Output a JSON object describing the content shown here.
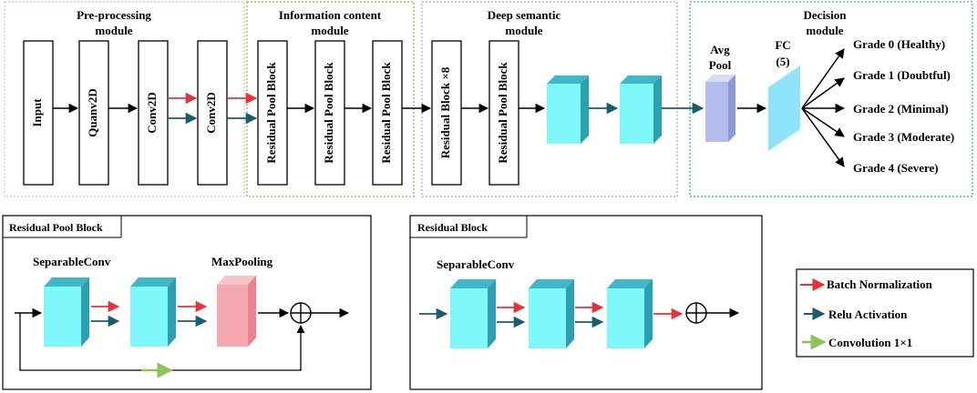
{
  "modules": {
    "preprocessing": {
      "title1": "Pre-processing",
      "title2": "module"
    },
    "information": {
      "title1": "Information content",
      "title2": "module"
    },
    "semantic": {
      "title1": "Deep semantic",
      "title2": "module"
    },
    "decision": {
      "title1": "Decision",
      "title2": "module"
    }
  },
  "blocks": {
    "input": "Input",
    "quanv": "Quanv2D",
    "conv1": "Conv2D",
    "conv2": "Conv2D",
    "rpb1": "Residual Pool Block",
    "rpb2": "Residual Pool Block",
    "rpb3": "Residual Pool Block",
    "resx8": "Residual  Block ×8",
    "rpb4": "Residual Pool Block"
  },
  "decision": {
    "avgpool1": "Avg",
    "avgpool2": "Pool",
    "fc1": "FC",
    "fc2": "(5)",
    "grades": [
      "Grade 0 (Healthy)",
      "Grade 1 (Doubtful)",
      "Grade 2 (Minimal)",
      "Grade 3 (Moderate)",
      "Grade 4 (Severe)"
    ]
  },
  "detail_rpb": {
    "title": "Residual Pool Block",
    "sepconv": "SeparableConv",
    "maxpool": "MaxPooling"
  },
  "detail_rb": {
    "title": "Residual  Block",
    "sepconv": "SeparableConv"
  },
  "legend": {
    "items": [
      {
        "label": "Batch Normalization",
        "color": "#e8323a"
      },
      {
        "label": "Relu  Activation",
        "color": "#1a5c6e"
      },
      {
        "label": "Convolution 1×1",
        "color": "#8fc25c"
      }
    ]
  },
  "colors": {
    "red_arrow": "#e8323a",
    "teal_arrow": "#1a5c6e",
    "green_arrow": "#8fc25c",
    "cyan_front": "#7ef8fa",
    "cyan_side": "#3fb7c9",
    "pink_border": "#f2b3b3",
    "green_border": "#8ab64a",
    "purple_border": "#b49ad6",
    "blue_border": "#3ba3c4"
  }
}
